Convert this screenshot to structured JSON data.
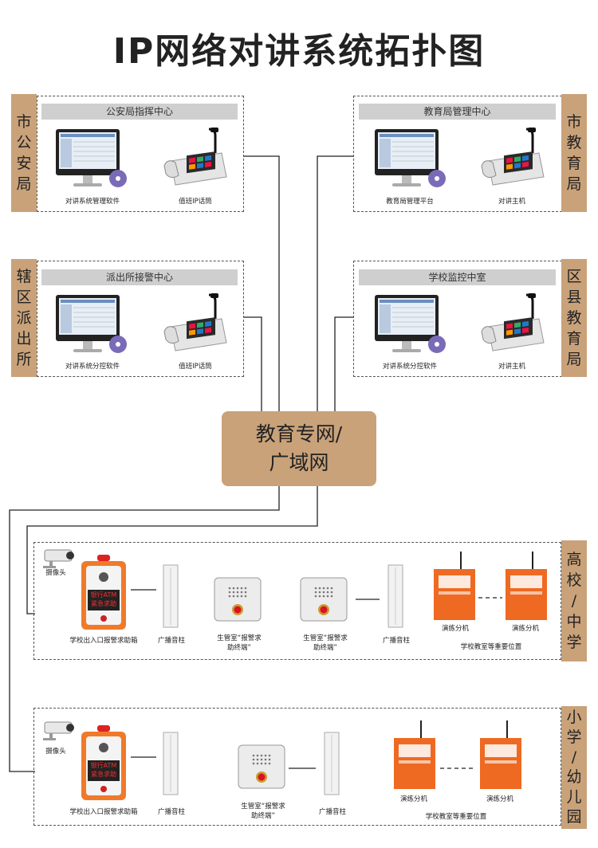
{
  "title": "IP网络对讲系统拓扑图",
  "hub": {
    "line1": "教育专网/",
    "line2": "广域网"
  },
  "tabs": {
    "city_police": [
      "市",
      "公",
      "安",
      "局"
    ],
    "city_edu": [
      "市",
      "教",
      "育",
      "局"
    ],
    "district_police": [
      "辖",
      "区",
      "派",
      "出",
      "所"
    ],
    "district_edu": [
      "区",
      "县",
      "教",
      "育",
      "局"
    ],
    "college": [
      "高",
      "校",
      "/",
      "中",
      "学"
    ],
    "primary": [
      "小",
      "学",
      "/",
      "幼",
      "儿",
      "园"
    ]
  },
  "boxes": {
    "police_center": {
      "header": "公安局指挥中心",
      "left": "对讲系统管理软件",
      "right": "值班IP话筒"
    },
    "edu_center": {
      "header": "教育局管理中心",
      "left": "教育局管理平台",
      "right": "对讲主机"
    },
    "station_center": {
      "header": "派出所接警中心",
      "left": "对讲系统分控软件",
      "right": "值班IP话筒"
    },
    "school_monitor": {
      "header": "学校监控中室",
      "left": "对讲系统分控软件",
      "right": "对讲主机"
    }
  },
  "college": {
    "camera": "摄像头",
    "alarm_box": "学校出入口报警求助箱",
    "alarm_text1": "银行ATM",
    "alarm_text2": "紧急求助",
    "column1": "广播音柱",
    "terminal1": "生管室“报警求助终端”",
    "terminal2": "生管室“报警求助终端”",
    "column2": "广播音柱",
    "drill1": "演练分机",
    "drill2": "演练分机",
    "location": "学校教室等重要位置"
  },
  "primary": {
    "camera": "摄像头",
    "alarm_box": "学校出入口报警求助箱",
    "alarm_text1": "银行ATM",
    "alarm_text2": "紧急求助",
    "column1": "广播音柱",
    "terminal": "生管室“报警求助终端”",
    "column2": "广播音柱",
    "drill1": "演练分机",
    "drill2": "演练分机",
    "location": "学校教室等重要位置"
  },
  "colors": {
    "accent": "#c9a27a",
    "header": "#cfcfcf",
    "orange": "#e8742a"
  }
}
